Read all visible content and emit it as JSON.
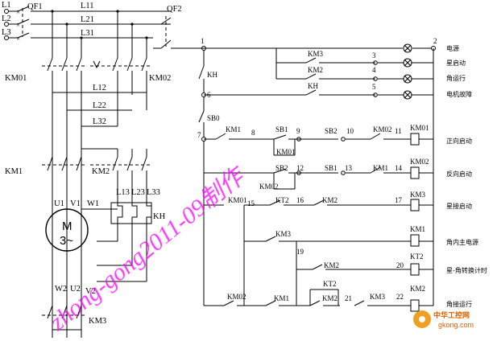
{
  "power": {
    "phases": [
      "L1",
      "L2",
      "L3"
    ],
    "breaker": "QF1",
    "buses": [
      "L11",
      "L21",
      "L31"
    ],
    "phase_labels2": [
      "L12",
      "L22",
      "L32"
    ],
    "phase_labels3": [
      "L13",
      "L23",
      "L33"
    ],
    "contactors": {
      "km01": "KM01",
      "km02": "KM02",
      "km1": "KM1",
      "km2": "KM2",
      "km3": "KM3"
    },
    "overload": "KH",
    "motor": {
      "symbol": "M",
      "phase": "3~",
      "u1": "U1",
      "v1": "V1",
      "w1": "W1",
      "w2": "W2",
      "u2": "U2",
      "v2": "V2"
    }
  },
  "control": {
    "breaker": "QF2",
    "nodes": [
      "1",
      "2",
      "3",
      "4",
      "5",
      "6",
      "7",
      "8",
      "9",
      "10",
      "11",
      "12",
      "13",
      "14",
      "15",
      "16",
      "17",
      "19",
      "20",
      "21",
      "22"
    ],
    "contacts": {
      "kh": "KH",
      "sb0": "SB0",
      "km1_a": "KM1",
      "km3_a": "KM3",
      "km2_a": "KM2",
      "kh_b": "KH",
      "sb1": "SB1",
      "sb2": "SB2",
      "km01_a": "KM01",
      "km02_a": "KM02",
      "sb2b": "SB2",
      "sb1b": "SB1",
      "km1_b": "KM1",
      "km02_b": "KM02",
      "km01_b": "KM01",
      "kt2_a": "KT2",
      "km2_b": "KM2",
      "km3_b": "KM3",
      "km2_c": "KM2",
      "kt2_b": "KT2",
      "km2_d": "KM2",
      "km02_c": "KM02",
      "km1_c": "KM1",
      "km3_c": "KM3"
    },
    "coils": [
      "KM01",
      "KM02",
      "KM3",
      "KM1",
      "KT2",
      "KM2"
    ],
    "descriptions": [
      "电源",
      "星启动",
      "角运行",
      "电机故障",
      "正向启动",
      "反向启动",
      "星接启动",
      "角内主电源",
      "星-角转换计时",
      "角接运行"
    ]
  },
  "watermark": "zhong-gong2011-09制作",
  "brand": {
    "name": "中华工控网",
    "url": "gkong.com"
  }
}
